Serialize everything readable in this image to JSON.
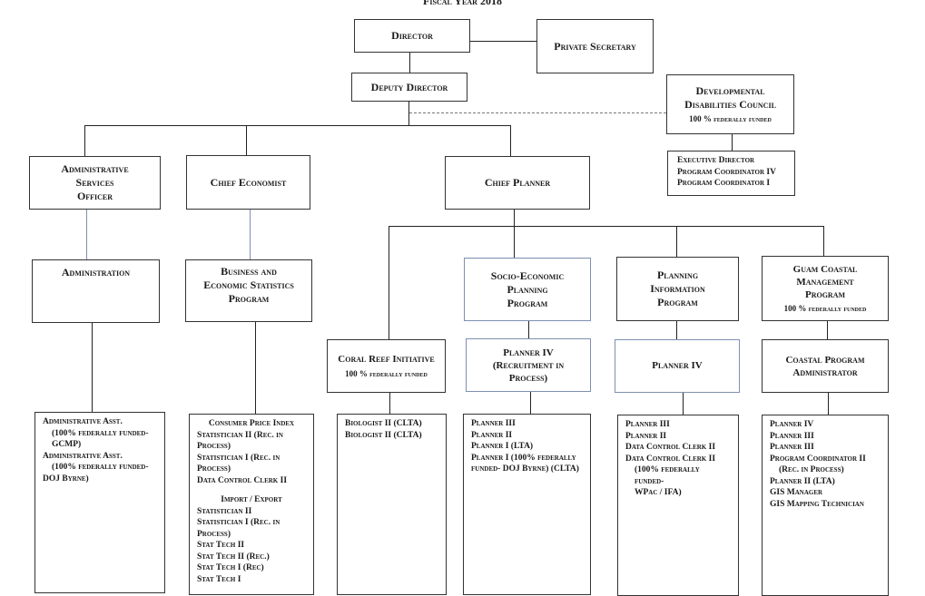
{
  "header": {
    "fiscal_year": "Fiscal Year 2018"
  },
  "director": {
    "label": "Director"
  },
  "private_secretary": {
    "label": "Private Secretary"
  },
  "deputy_director": {
    "label": "Deputy Director"
  },
  "ddc": {
    "title_line1": "Developmental",
    "title_line2": "Disabilities Council",
    "note": "100 % federally funded",
    "staff": [
      "Executive Director",
      "Program Coordinator IV",
      "Program Coordinator I"
    ]
  },
  "admin_services_officer": {
    "line1": "Administrative",
    "line2": "Services",
    "line3": "Officer"
  },
  "chief_economist": {
    "label": "Chief Economist"
  },
  "chief_planner": {
    "label": "Chief Planner"
  },
  "administration": {
    "label": "Administration",
    "staff": [
      "Administrative Asst.",
      "(100% federally funded-",
      "GCMP)",
      "Administrative Asst.",
      "(100% federally funded-",
      "DOJ Byrne)"
    ]
  },
  "business_econ": {
    "line1": "Business and",
    "line2": "Economic Statistics",
    "line3": "Program",
    "cpi_heading": "Consumer Price Index",
    "cpi_staff": [
      "Statistician II (Rec. in",
      "Process)",
      "Statistician I (Rec. in",
      "Process)",
      "Data Control Clerk II"
    ],
    "ie_heading": "Import / Export",
    "ie_staff": [
      "Statistician II",
      "Statistician I (Rec. in",
      "Process)",
      "Stat Tech II",
      "Stat Tech II (Rec.)",
      "Stat Tech I (Rec)",
      "Stat Tech I"
    ]
  },
  "coral_reef": {
    "label": "Coral Reef Initiative",
    "note": "100 % federally funded",
    "staff": [
      "Biologist II (CLTA)",
      "Biologist II (CLTA)"
    ]
  },
  "socio_economic": {
    "line1": "Socio-Economic",
    "line2": "Planning",
    "line3": "Program",
    "lead_line1": "Planner IV",
    "lead_line2": "(Recruitment in",
    "lead_line3": "Process)",
    "staff": [
      "Planner III",
      "Planner II",
      "Planner I (LTA)",
      "Planner I (100% federally",
      "funded- DOJ Byrne) (CLTA)"
    ]
  },
  "planning_info": {
    "line1": "Planning",
    "line2": "Information",
    "line3": "Program",
    "lead": "Planner IV",
    "staff": [
      "Planner III",
      "Planner II",
      "Data Control Clerk II",
      "Data Control Clerk II",
      "(100% federally funded-",
      "WPac / IFA)"
    ]
  },
  "guam_coastal": {
    "line1": "Guam Coastal",
    "line2": "Management",
    "line3": "Program",
    "note": "100 % federally funded",
    "lead_line1": "Coastal Program",
    "lead_line2": "Administrator",
    "staff": [
      "Planner IV",
      "Planner III",
      "Planner III",
      "Program Coordinator II",
      "(Rec. in Process)",
      "Planner II (LTA)",
      "GIS Manager",
      "GIS Mapping Technician"
    ]
  }
}
